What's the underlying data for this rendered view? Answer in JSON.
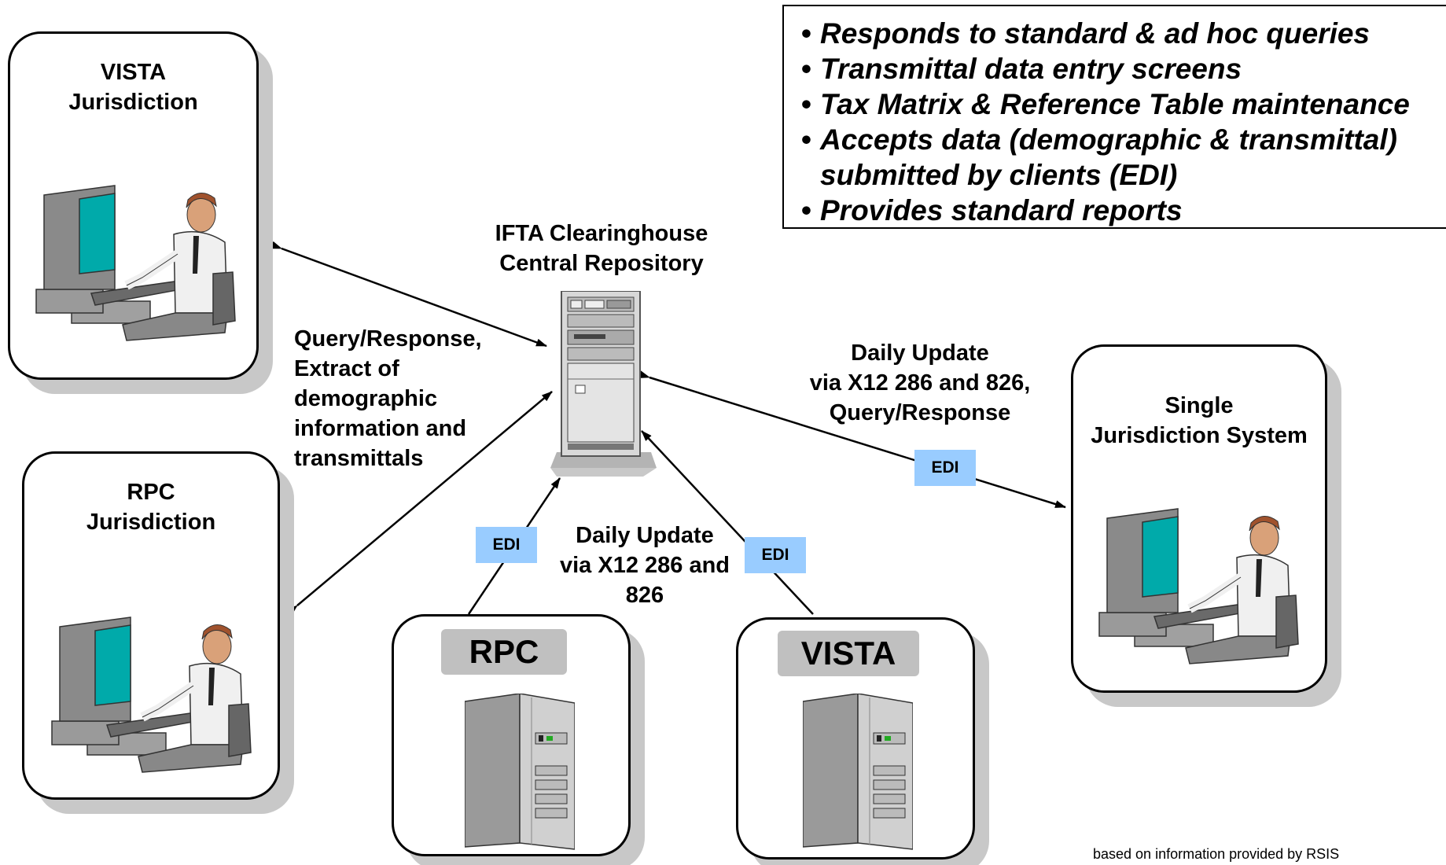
{
  "features": [
    {
      "text": "Responds to standard & ad hoc queries",
      "continuation": false
    },
    {
      "text": "Transmittal data entry screens",
      "continuation": false
    },
    {
      "text": "Tax Matrix & Reference Table maintenance",
      "continuation": false
    },
    {
      "text": "Accepts data (demographic & transmittal)",
      "continuation": false
    },
    {
      "text": "submitted by clients (EDI)",
      "continuation": true
    },
    {
      "text": "Provides standard reports",
      "continuation": false
    }
  ],
  "central": {
    "title_line1": "IFTA Clearinghouse",
    "title_line2": "Central Repository"
  },
  "nodes": {
    "vista_jurisdiction": {
      "line1": "VISTA",
      "line2": "Jurisdiction"
    },
    "rpc_jurisdiction": {
      "line1": "RPC",
      "line2": "Jurisdiction"
    },
    "single_jurisdiction": {
      "line1": "Single",
      "line2": "Jurisdiction System"
    },
    "rpc_server": {
      "label": "RPC"
    },
    "vista_server": {
      "label": "VISTA"
    }
  },
  "connection_labels": {
    "left": [
      "Query/Response,",
      "Extract of",
      "demographic",
      "information  and",
      "transmittals"
    ],
    "right": [
      "Daily Update",
      "via X12 286 and 826,",
      "Query/Response"
    ],
    "bottom": [
      "Daily Update",
      "via X12 286 and",
      "826"
    ]
  },
  "edi_tag": "EDI",
  "footnote": "based on information provided by RSIS"
}
